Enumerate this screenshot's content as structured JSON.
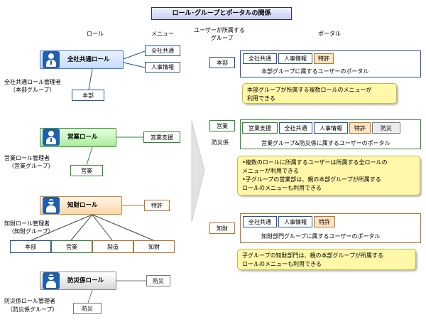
{
  "title": "ロール･グループとポータルの関係",
  "headers": {
    "role": "ロール",
    "menu": "メニュー",
    "user_group_line1": "ユーザーが所属する",
    "user_group_line2": "グループ",
    "portal": "ポータル"
  },
  "roles": [
    {
      "name": "全社共通ロール",
      "admin_line1": "全社共通ロール管理者",
      "admin_line2": "（本部グループ）",
      "menus": [
        "全社共通",
        "人事情報"
      ],
      "groups": [
        "本部"
      ]
    },
    {
      "name": "営業ロール",
      "admin_line1": "営業ロール管理者",
      "admin_line2": "（営業グループ）",
      "menus": [
        "営業支援"
      ],
      "groups": [
        "営業"
      ]
    },
    {
      "name": "知財ロール",
      "admin_line1": "知財ロール管理者",
      "admin_line2": "（知財グループ）",
      "menus": [
        "特許"
      ],
      "groups": [
        "本部",
        "営業",
        "製造",
        "知財"
      ]
    },
    {
      "name": "防災係ロール",
      "admin_line1": "防災係ロール管理者",
      "admin_line2": "（防災係グループ）",
      "menus": [
        "防災"
      ],
      "groups": [
        "防災"
      ]
    }
  ],
  "portals": [
    {
      "groups": [
        "本部"
      ],
      "menus": [
        "全社共通",
        "人事情報",
        "特許"
      ],
      "caption": "本部グループに属するユーザーのポータル",
      "note": [
        "本部グループが所属する複数ロールのメニューが",
        "利用できる"
      ]
    },
    {
      "groups": [
        "営業",
        "防災係"
      ],
      "menus": [
        "営業支援",
        "全社共通",
        "人事情報",
        "特許",
        "防災"
      ],
      "caption": "営業グループ&防災係に属するユーザーのポータル",
      "note": [
        "•複数のロールに所属するユーザーは所属する全ロールの",
        "  メニューが利用できる",
        "•子グループの営業部は、親の本部グループが所属する",
        "  ロールのメニューも利用できる"
      ]
    },
    {
      "groups": [
        "知財"
      ],
      "menus": [
        "全社共通",
        "人事情報",
        "特許"
      ],
      "caption": "知財部門グループに属するユーザーのポータル",
      "note": [
        "子グループの知財部門は、親の本部グループが所属する",
        "ロールのメニューも利用できる"
      ]
    }
  ],
  "colors": {
    "blue": "#2b4f9e",
    "green": "#2f8a2f",
    "orange": "#c0722a",
    "gray": "#777777",
    "note": "#fff8a8"
  },
  "icons": [
    "admin-person-icon",
    "right-arrow-icon"
  ]
}
